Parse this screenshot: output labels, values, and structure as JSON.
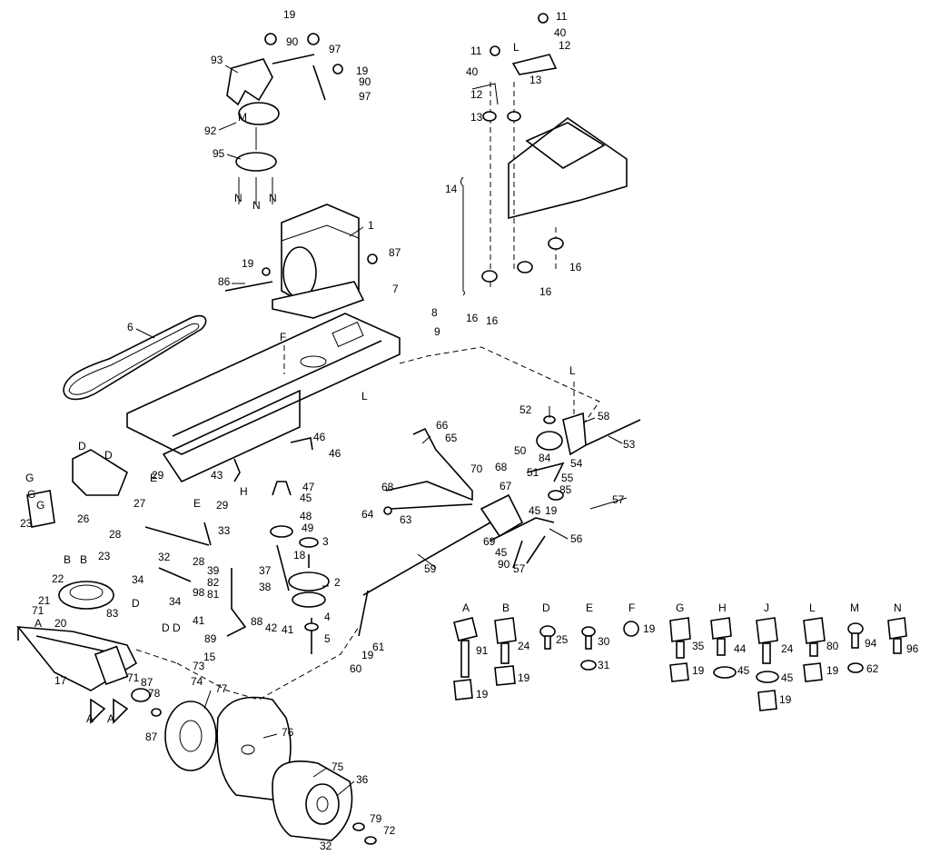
{
  "parts_legend": [
    {
      "letter": "A",
      "number": "91",
      "nut": "19"
    },
    {
      "letter": "B",
      "number": "24",
      "nut": "19"
    },
    {
      "letter": "D",
      "number": "25"
    },
    {
      "letter": "E",
      "number": "30",
      "nut": "31"
    },
    {
      "letter": "F",
      "number": "19"
    },
    {
      "letter": "G",
      "number": "35",
      "nut": "19"
    },
    {
      "letter": "H",
      "number": "44",
      "nut": "45"
    },
    {
      "letter": "J",
      "number": "24",
      "nut": "45",
      "nut2": "19"
    },
    {
      "letter": "L",
      "number": "80",
      "nut": "19"
    },
    {
      "letter": "M",
      "number": "94",
      "nut": "62"
    },
    {
      "letter": "N",
      "number": "96"
    }
  ],
  "callouts": {
    "c1": "1",
    "c2": "2",
    "c3": "3",
    "c4": "4",
    "c5": "5",
    "c6": "6",
    "c7": "7",
    "c8": "8",
    "c9": "9",
    "c11": "11",
    "c12": "12",
    "c13": "13",
    "c14": "14",
    "c15": "15",
    "c16": "16",
    "c17": "17",
    "c18": "18",
    "c19": "19",
    "c20": "20",
    "c21": "21",
    "c22": "22",
    "c23": "23",
    "c26": "26",
    "c27": "27",
    "c28": "28",
    "c29": "29",
    "c32": "32",
    "c33": "33",
    "c34": "34",
    "c36": "36",
    "c37": "37",
    "c38": "38",
    "c39": "39",
    "c40": "40",
    "c41": "41",
    "c42": "42",
    "c43": "43",
    "c45": "45",
    "c46": "46",
    "c47": "47",
    "c48": "48",
    "c49": "49",
    "c50": "50",
    "c51": "51",
    "c52": "52",
    "c53": "53",
    "c54": "54",
    "c55": "55",
    "c56": "56",
    "c57": "57",
    "c58": "58",
    "c59": "59",
    "c60": "60",
    "c61": "61",
    "c63": "63",
    "c64": "64",
    "c65": "65",
    "c66": "66",
    "c67": "67",
    "c68": "68",
    "c69": "69",
    "c70": "70",
    "c71": "71",
    "c72": "72",
    "c73": "73",
    "c74": "74",
    "c75": "75",
    "c76": "76",
    "c77": "77",
    "c78": "78",
    "c79": "79",
    "c81": "81",
    "c82": "82",
    "c83": "83",
    "c84": "84",
    "c85": "85",
    "c86": "86",
    "c87": "87",
    "c88": "88",
    "c89": "89",
    "c90": "90",
    "c92": "92",
    "c93": "93",
    "c95": "95",
    "c97": "97",
    "c98": "98"
  },
  "letters": {
    "A": "A",
    "B": "B",
    "D": "D",
    "E": "E",
    "F": "F",
    "G": "G",
    "H": "H",
    "J": "J",
    "L": "L",
    "M": "M",
    "N": "N"
  }
}
